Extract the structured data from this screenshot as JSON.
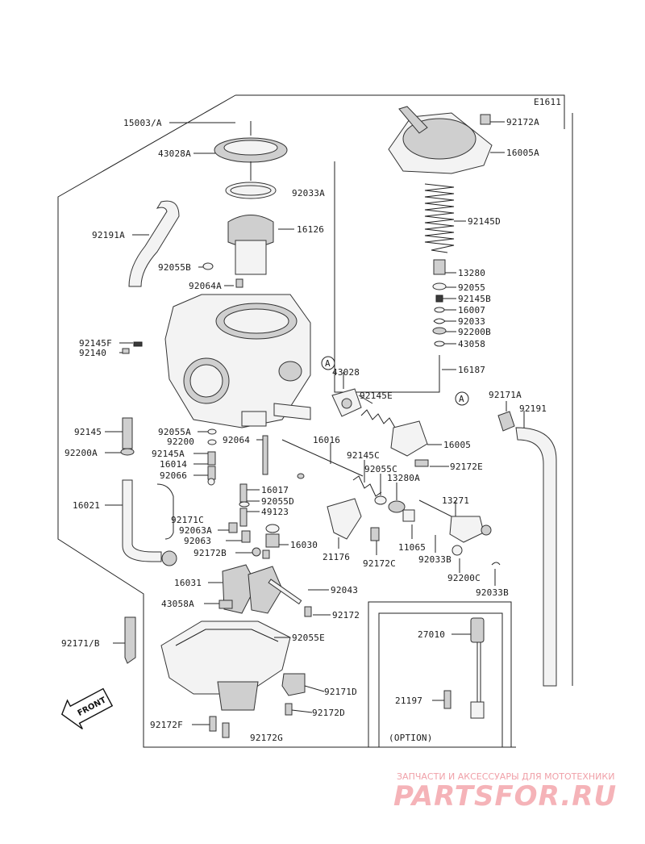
{
  "diagram": {
    "code": "E1611",
    "option_label": "(OPTION)",
    "front_label": "FRONT",
    "watermark_top": "ЗАПЧАСТИ И АКСЕССУАРЫ ДЛЯ МОТОТЕХНИКИ",
    "watermark_main": "PARTSFOR.RU",
    "parts": {
      "p15003a": "15003/A",
      "p43028a": "43028A",
      "p92033a": "92033A",
      "p92191a": "92191A",
      "p16126": "16126",
      "p92055b": "92055B",
      "p92064a": "92064A",
      "p92145f": "92145F",
      "p92140": "92140",
      "p92145": "92145",
      "p92200a": "92200A",
      "p16021": "16021",
      "p92171b": "92171/B",
      "p92055a": "92055A",
      "p92200": "92200",
      "p92064": "92064",
      "p92145a": "92145A",
      "p16014": "16014",
      "p92066": "92066",
      "p92171c": "92171C",
      "p92063a": "92063A",
      "p92063": "92063",
      "p92172b": "92172B",
      "p16031": "16031",
      "p43058a": "43058A",
      "p92172f": "92172F",
      "p92172g": "92172G",
      "p92172d": "92172D",
      "p92171d": "92171D",
      "p92055e": "92055E",
      "p92172": "92172",
      "p92043": "92043",
      "p16030": "16030",
      "p16017": "16017",
      "p92055d": "92055D",
      "p49123": "49123",
      "p21176": "21176",
      "p92172c": "92172C",
      "p16016": "16016",
      "p92145c": "92145C",
      "p92055c": "92055C",
      "p13280a": "13280A",
      "p11065": "11065",
      "p92033b": "92033B",
      "p92200c": "92200C",
      "p92033b2": "92033B",
      "p13271": "13271",
      "p16005": "16005",
      "p92172e": "92172E",
      "p43028": "43028",
      "p92145e": "92145E",
      "p92171a": "92171A",
      "p92191": "92191",
      "p92172a": "92172A",
      "p16005a": "16005A",
      "p92145d": "92145D",
      "p13280": "13280",
      "p92055": "92055",
      "p92145b": "92145B",
      "p16007": "16007",
      "p92033": "92033",
      "p92200b": "92200B",
      "p43058": "43058",
      "p16187": "16187",
      "p27010": "27010",
      "p21197": "21197"
    },
    "callouts": {
      "a1": "A",
      "a2": "A"
    }
  }
}
